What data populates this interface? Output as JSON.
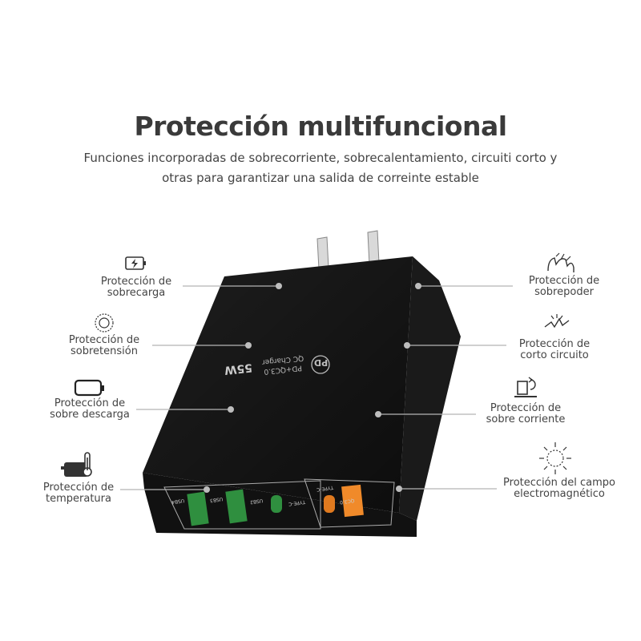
{
  "title": "Protección multifuncional",
  "subtitle_line1": "Funciones incorporadas de sobrecorriente, sobrecalentamiento, circuiti corto y",
  "subtitle_line2": "otras para garantizar una salida de correinte estable",
  "features_left": [
    {
      "line1": "Protección de",
      "line2": "sobrecarga",
      "icon": "battery-bolt-icon"
    },
    {
      "line1": "Protección de",
      "line2": "sobretensión",
      "icon": "surge-icon"
    },
    {
      "line1": "Protección de",
      "line2": "sobre descarga",
      "icon": "empty-battery-icon"
    },
    {
      "line1": "Protección de",
      "line2": "temperatura",
      "icon": "thermometer-icon"
    }
  ],
  "features_right": [
    {
      "line1": "Protección de",
      "line2": "sobrepoder",
      "icon": "hand-power-icon"
    },
    {
      "line1": "Protección de",
      "line2": "corto circuito",
      "icon": "spark-icon"
    },
    {
      "line1": "Protección de",
      "line2": "sobre corriente",
      "icon": "current-icon"
    },
    {
      "line1": "Protección del campo",
      "line2": "electromagnético",
      "icon": "em-field-icon"
    }
  ],
  "charger": {
    "logo": "PD",
    "brand_line1": "QC Charger",
    "brand_line2": "PD+QC3.0",
    "wattage": "55W",
    "ports": [
      "USB4",
      "USB3",
      "USB2",
      "TYPE-C",
      "TYPE-C",
      "QC3.0"
    ]
  }
}
